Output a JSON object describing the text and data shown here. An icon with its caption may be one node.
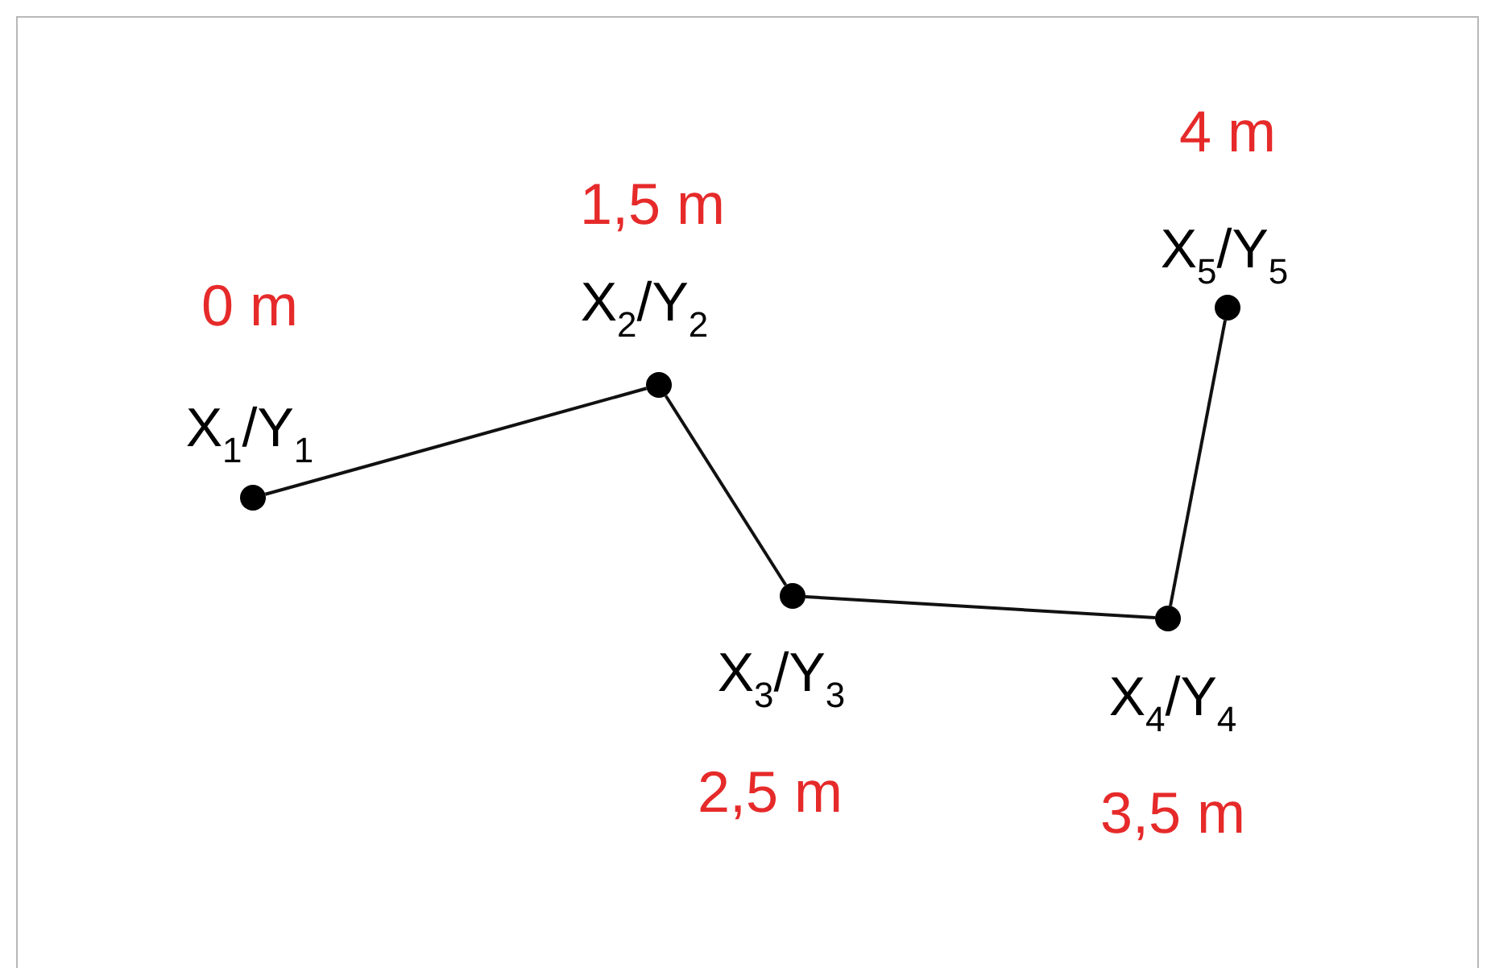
{
  "diagram": {
    "nodes": [
      {
        "text": [],
        "shape": "circle",
        "beside": [
          "X$_{1}$/Y$_{1}$",
          "0 m"
        ]
      },
      {
        "text": [],
        "shape": "circle",
        "beside": [
          "X$_{2}$/Y$_{2}$",
          "1,5 m"
        ]
      },
      {
        "text": [],
        "shape": "circle",
        "beside": [
          "X$_{3}$/Y$_{3}$",
          "2,5 m"
        ]
      },
      {
        "text": [],
        "shape": "circle",
        "beside": [
          "X$_{4}$/Y$_{4}$",
          "3,5 m"
        ]
      },
      {
        "text": [],
        "shape": "circle",
        "beside": [
          "X$_{5}$/Y$_{5}$",
          "4 m"
        ]
      }
    ],
    "edges": [
      {
        "from": 0,
        "to": 1,
        "arrow": "none"
      },
      {
        "from": 1,
        "to": 2,
        "arrow": "none"
      },
      {
        "from": 2,
        "to": 3,
        "arrow": "none"
      },
      {
        "from": 3,
        "to": 4,
        "arrow": "none"
      }
    ]
  }
}
